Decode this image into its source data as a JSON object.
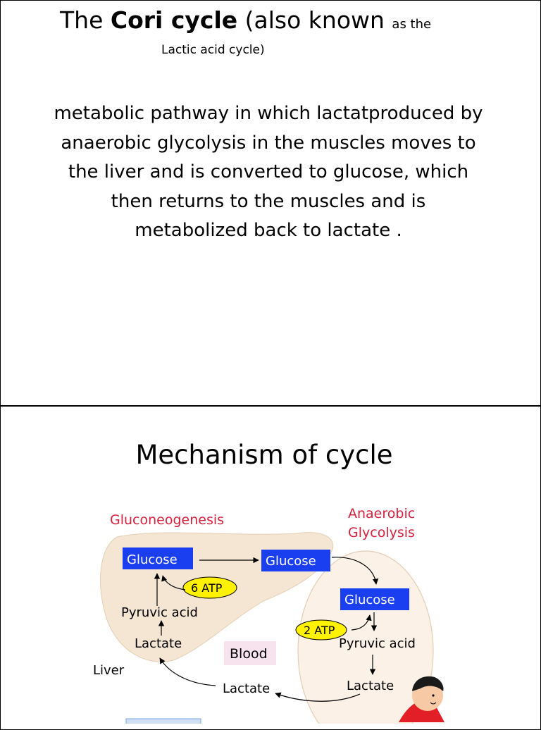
{
  "slide1": {
    "title_pre": "The ",
    "title_bold": "Cori cycle",
    "title_mid": " (also known ",
    "title_small": "as the",
    "title_sub": "Lactic acid cycle)",
    "body_lines": [
      "metabolic pathway in which lactatproduced by",
      "anaerobic glycolysis in the muscles moves to",
      "the liver and is converted to glucose, which",
      "then returns to the muscles and is",
      "metabolized back to lactate ."
    ]
  },
  "slide2": {
    "title": "Mechanism of cycle",
    "diagram": {
      "gluconeogenesis": "Gluconeogenesis",
      "anaerobic_1": "Anaerobic",
      "anaerobic_2": "Glycolysis",
      "glucose_liver": "Glucose",
      "glucose_blood": "Glucose",
      "glucose_muscle": "Glucose",
      "atp6": "6 ATP",
      "atp2": "2 ATP",
      "pyruvic_liver": "Pyruvic acid",
      "pyruvic_muscle": "Pyruvic acid",
      "lactate_liver": "Lactate",
      "lactate_blood": "Lactate",
      "lactate_muscle": "Lactate",
      "blood": "Blood",
      "liver": "Liver"
    },
    "colors": {
      "accent_red": "#d4213d",
      "box_blue": "#1a3ff0",
      "atp_yellow": "#fff200",
      "liver_fill": "#f5e6d3",
      "muscle_fill": "#fbf1e6",
      "blood_fill": "#f7e3ee"
    }
  }
}
